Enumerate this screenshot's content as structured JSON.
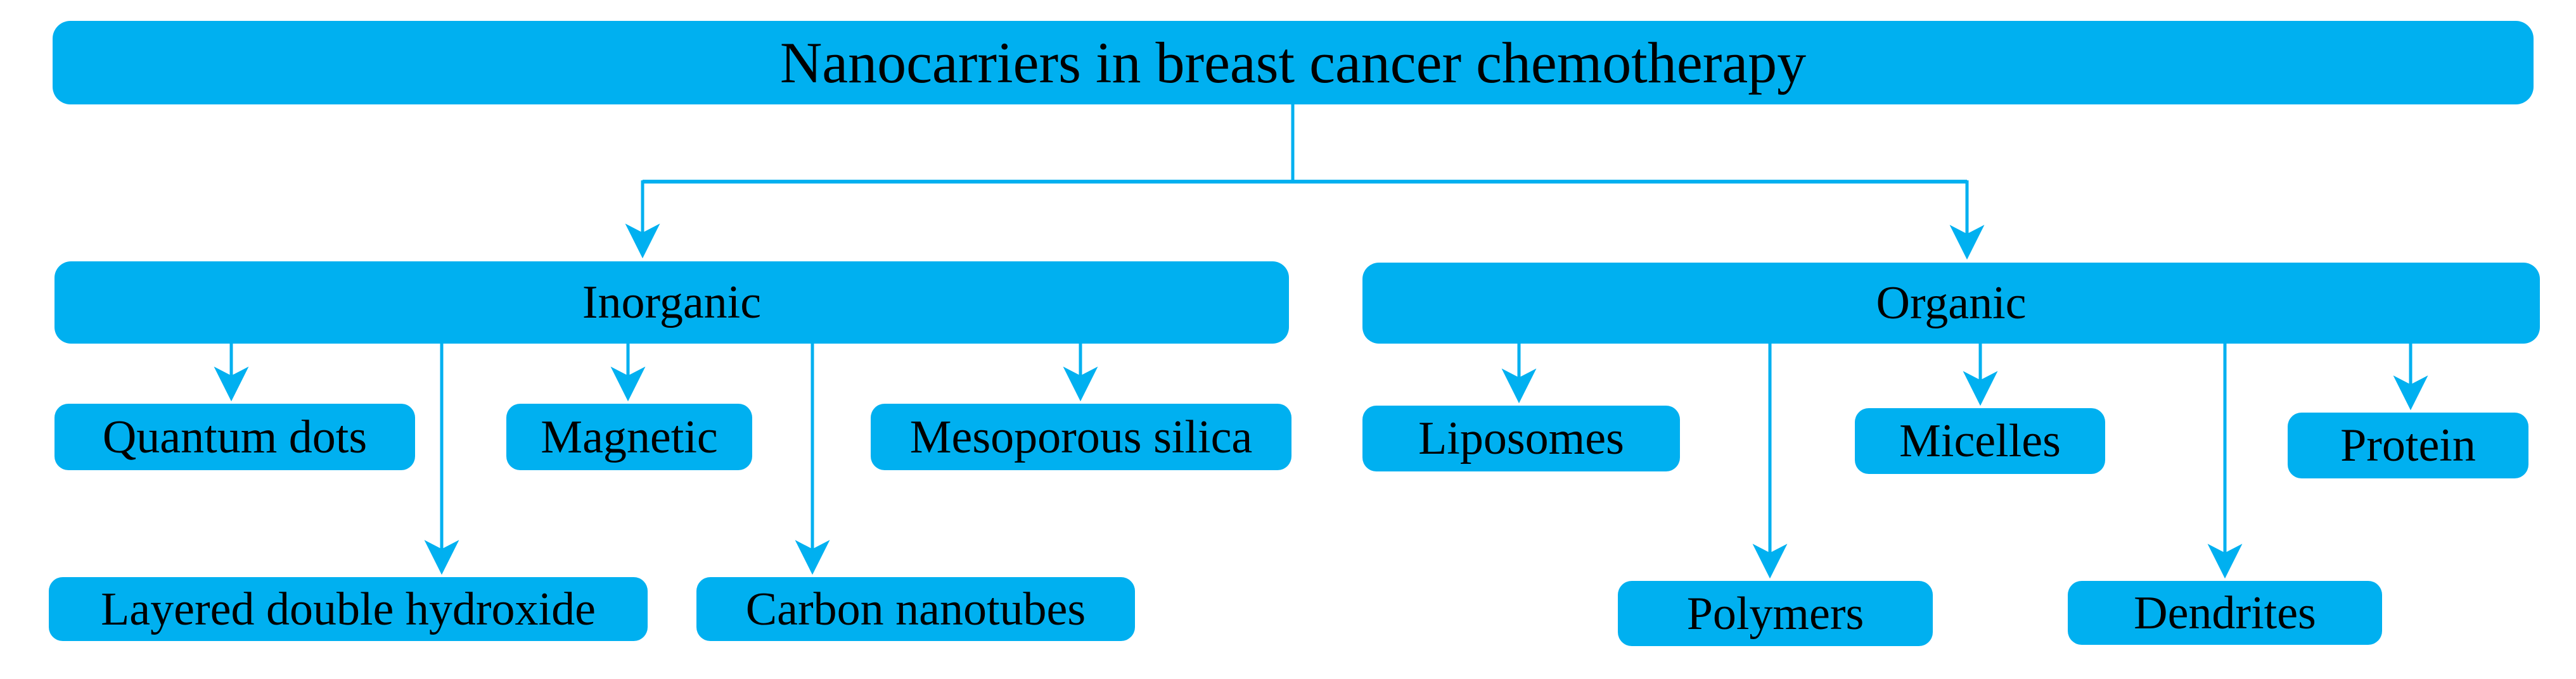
{
  "colors": {
    "node_fill": "#00b0f0",
    "connector": "#00b0f0",
    "text": "#000000",
    "background": "#ffffff"
  },
  "nodes": {
    "root": "Nanocarriers in breast cancer chemotherapy",
    "inorganic": "Inorganic",
    "organic": "Organic",
    "quantum_dots": "Quantum dots",
    "layered_double_hydroxide": "Layered double hydroxide",
    "magnetic": "Magnetic",
    "carbon_nanotubes": "Carbon nanotubes",
    "mesoporous_silica": "Mesoporous silica",
    "liposomes": "Liposomes",
    "polymers": "Polymers",
    "micelles": "Micelles",
    "dendrites": "Dendrites",
    "protein": "Protein"
  },
  "hierarchy": {
    "root": "Nanocarriers in breast cancer chemotherapy",
    "children": [
      {
        "label": "Inorganic",
        "children": [
          "Quantum dots",
          "Layered double hydroxide",
          "Magnetic",
          "Carbon nanotubes",
          "Mesoporous silica"
        ]
      },
      {
        "label": "Organic",
        "children": [
          "Liposomes",
          "Polymers",
          "Micelles",
          "Dendrites",
          "Protein"
        ]
      }
    ]
  }
}
